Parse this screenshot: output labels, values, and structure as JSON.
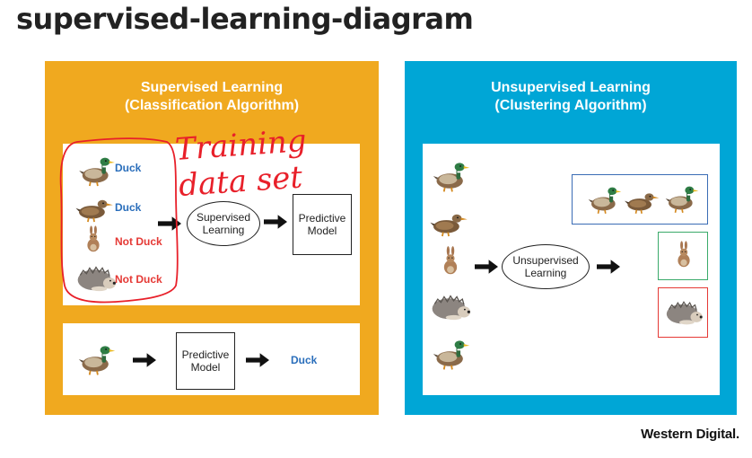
{
  "page": {
    "title": "supervised-learning-diagram"
  },
  "supervised": {
    "heading_line1": "Supervised Learning",
    "heading_line2": "(Classification Algorithm)",
    "training_items": [
      {
        "animal": "duck-icon",
        "label": "Duck",
        "color": "#2a6ebb"
      },
      {
        "animal": "duck-icon",
        "label": "Duck",
        "color": "#2a6ebb"
      },
      {
        "animal": "rabbit-icon",
        "label": "Not Duck",
        "color": "#e53935"
      },
      {
        "animal": "hedgehog-icon",
        "label": "Not Duck",
        "color": "#e53935"
      }
    ],
    "process_line1": "Supervised",
    "process_line2": "Learning",
    "model_line1": "Predictive",
    "model_line2": "Model",
    "test_model_line1": "Predictive",
    "test_model_line2": "Model",
    "test_result": "Duck",
    "panel_color": "#f0a91f"
  },
  "unsupervised": {
    "heading_line1": "Unsupervised Learning",
    "heading_line2": "(Clustering Algorithm)",
    "process_line1": "Unsupervised",
    "process_line2": "Learning",
    "panel_color": "#00a6d6",
    "cluster_colors": [
      "#3a6cb5",
      "#3aaa6a",
      "#e53935"
    ]
  },
  "annotation": {
    "line1": "Training",
    "line2": "data set",
    "color": "#e8202a"
  },
  "brand": {
    "name": "Western Digital",
    "suffix": "."
  }
}
